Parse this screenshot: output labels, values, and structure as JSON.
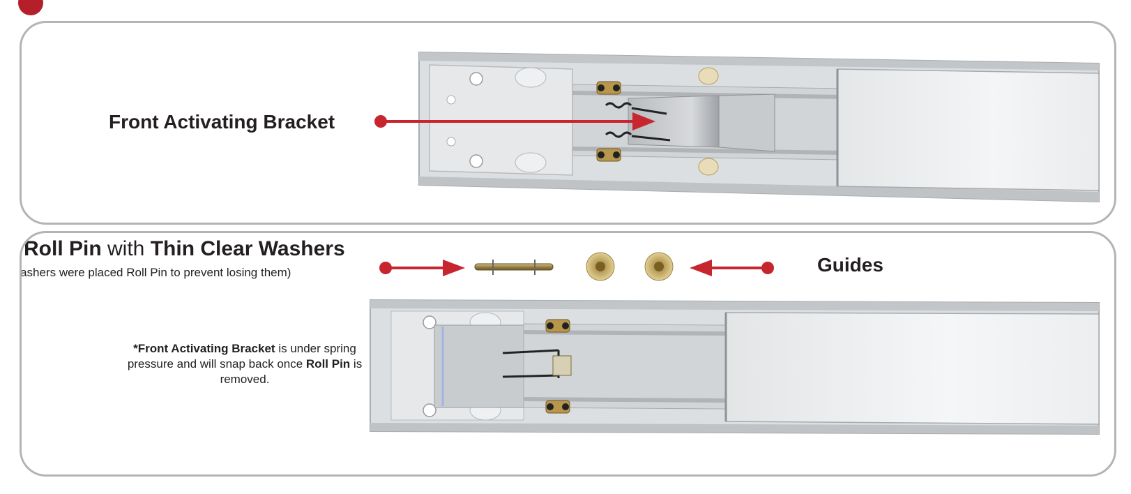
{
  "colors": {
    "accent_red": "#b51f2a",
    "panel_border": "#b4b4b4",
    "text": "#231f20"
  },
  "panel_top": {
    "label": "Front Activating Bracket"
  },
  "panel_bottom": {
    "title_part1": "Roll Pin",
    "title_part2": " with ",
    "title_part3": "Thin Clear Washers",
    "subtitle": "(Washers were placed Roll Pin to prevent losing them)",
    "guides_label": "Guides",
    "note_part1": "*Front Activating Bracket",
    "note_part2": " is under spring pressure and will snap back once ",
    "note_part3": "Roll Pin",
    "note_part4": " is removed."
  },
  "icons": [
    "step-badge",
    "arrow-right-icon",
    "arrow-left-icon",
    "roll-pin-icon",
    "guide-washer-icon"
  ]
}
